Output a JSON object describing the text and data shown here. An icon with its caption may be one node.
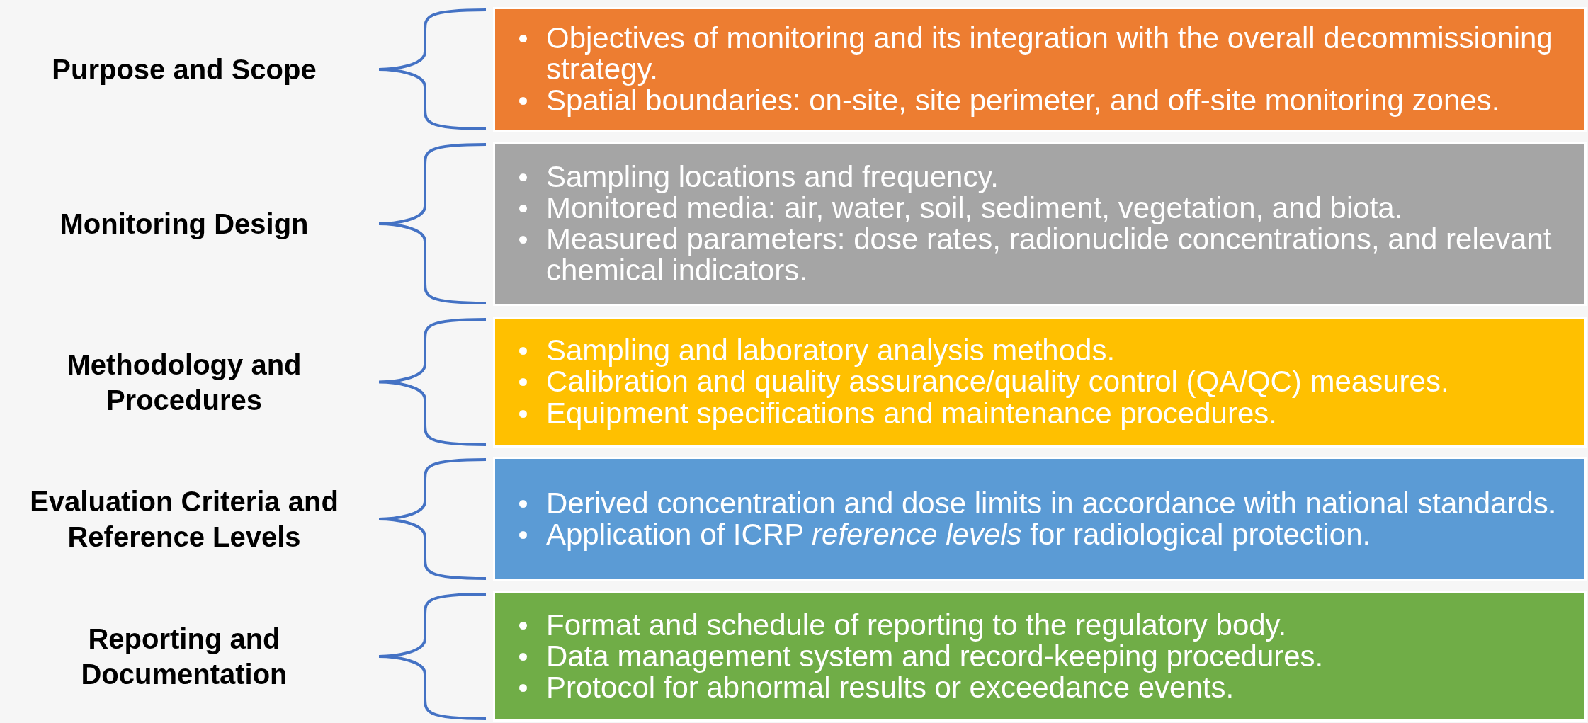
{
  "diagram": {
    "nodes": [
      {
        "text": [
          "Objectives of monitoring and its integration with the overall decommissioning strategy.",
          "Spatial boundaries: on-site, site perimeter, and off-site monitoring zones."
        ]
      },
      {
        "text": [
          "Sampling locations and frequency.",
          "Monitored media: air, water, soil, sediment, vegetation, and biota.",
          "Measured parameters: dose rates, radionuclide concentrations, and relevant chemical indicators."
        ]
      },
      {
        "text": [
          "Sampling and laboratory analysis methods.",
          "Calibration and quality assurance/quality control (QA/QC) measures.",
          "Equipment specifications and maintenance procedures."
        ]
      },
      {
        "text": [
          "Derived concentration and dose limits in accordance with national standards.",
          "Application of ICRP *reference levels* for radiological protection."
        ]
      },
      {
        "text": [
          "Format and schedule of reporting to the regulatory body.",
          "Data management system and record-keeping procedures.",
          "Protocol for abnormal results or exceedance events."
        ]
      }
    ],
    "labels": [
      "Purpose and Scope",
      "Monitoring Design",
      "Methodology and Procedures",
      "Evaluation Criteria and Reference Levels",
      "Reporting and Documentation"
    ]
  }
}
